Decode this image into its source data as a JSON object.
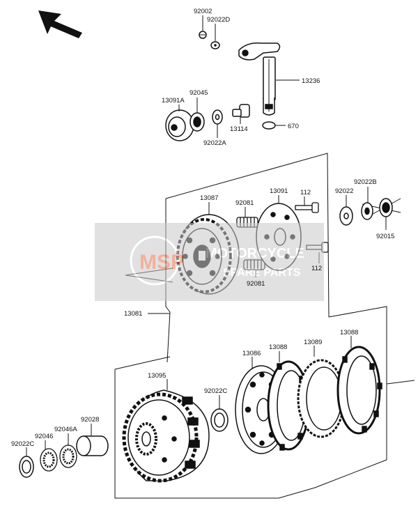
{
  "diagram": {
    "parts": {
      "p92002": "92002",
      "p92022D": "92022D",
      "p13236": "13236",
      "p13091A": "13091A",
      "p92045": "92045",
      "p13114": "13114",
      "p670": "670",
      "p92022A": "92022A",
      "p13087": "13087",
      "p92081a": "92081",
      "p13091": "13091",
      "p112a": "112",
      "p92022": "92022",
      "p92022B": "92022B",
      "p92015": "92015",
      "p112b": "112",
      "p92081b": "92081",
      "p13081": "13081",
      "p13095": "13095",
      "p13086": "13086",
      "p13088a": "13088",
      "p13089": "13089",
      "p13088b": "13088",
      "p92022C": "92022C",
      "p92028": "92028",
      "p92046": "92046",
      "p92046A": "92046A",
      "p92022C2": "92022C"
    },
    "watermark": {
      "logo": "MSP",
      "line1": "MOTORCYCLE",
      "line2": "SPARE PARTS"
    }
  }
}
